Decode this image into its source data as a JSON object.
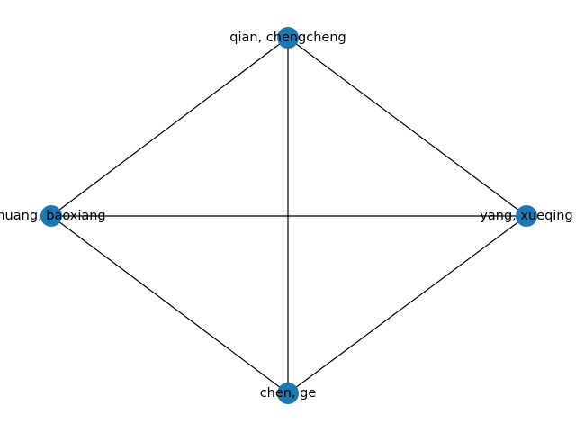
{
  "graph": {
    "node_color": "#1f77b4",
    "edge_color": "#000000",
    "nodes": [
      {
        "id": "qian",
        "label": "qian, chengcheng"
      },
      {
        "id": "huang",
        "label": "huang, baoxiang"
      },
      {
        "id": "yang",
        "label": "yang, xueqing"
      },
      {
        "id": "chen",
        "label": "chen, ge"
      }
    ],
    "edges": [
      [
        "qian",
        "huang"
      ],
      [
        "qian",
        "yang"
      ],
      [
        "qian",
        "chen"
      ],
      [
        "huang",
        "yang"
      ],
      [
        "huang",
        "chen"
      ],
      [
        "yang",
        "chen"
      ]
    ]
  }
}
